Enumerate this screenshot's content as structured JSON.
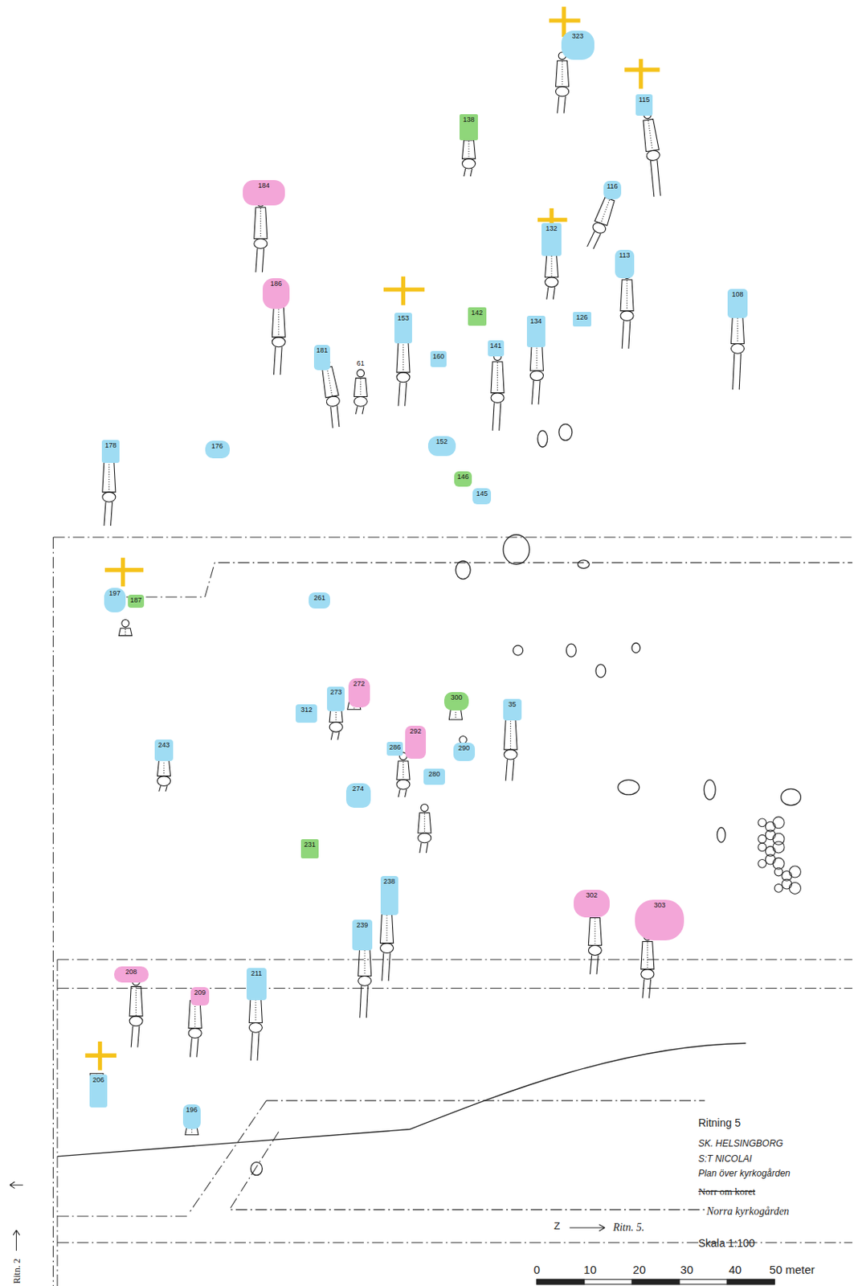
{
  "diagram": {
    "nodes": [
      {
        "text": [
          "323"
        ]
      },
      {
        "text": [
          "115"
        ]
      },
      {
        "text": [
          "138"
        ]
      },
      {
        "text": [
          "184"
        ]
      },
      {
        "text": [
          "116"
        ]
      },
      {
        "text": [
          "132"
        ]
      },
      {
        "text": [
          "113"
        ]
      },
      {
        "text": [
          "186"
        ]
      },
      {
        "text": [
          "153"
        ]
      },
      {
        "text": [
          "142"
        ]
      },
      {
        "text": [
          "134"
        ]
      },
      {
        "text": [
          "126"
        ]
      },
      {
        "text": [
          "108"
        ]
      },
      {
        "text": [
          "181"
        ]
      },
      {
        "text": [
          "61"
        ]
      },
      {
        "text": [
          "160"
        ]
      },
      {
        "text": [
          "141"
        ]
      },
      {
        "text": [
          "178"
        ]
      },
      {
        "text": [
          "176"
        ]
      },
      {
        "text": [
          "152"
        ]
      },
      {
        "text": [
          "146"
        ]
      },
      {
        "text": [
          "145"
        ]
      },
      {
        "text": [
          "197"
        ]
      },
      {
        "text": [
          "187"
        ]
      },
      {
        "text": [
          "261"
        ]
      },
      {
        "text": [
          "312"
        ]
      },
      {
        "text": [
          "273"
        ]
      },
      {
        "text": [
          "272"
        ]
      },
      {
        "text": [
          "300"
        ]
      },
      {
        "text": [
          "35"
        ]
      },
      {
        "text": [
          "286"
        ]
      },
      {
        "text": [
          "292"
        ]
      },
      {
        "text": [
          "290"
        ]
      },
      {
        "text": [
          "243"
        ]
      },
      {
        "text": [
          "280"
        ]
      },
      {
        "text": [
          "274"
        ]
      },
      {
        "text": [
          "231"
        ]
      },
      {
        "text": [
          "238"
        ]
      },
      {
        "text": [
          "239"
        ]
      },
      {
        "text": [
          "302"
        ]
      },
      {
        "text": [
          "303"
        ]
      },
      {
        "text": [
          "208"
        ]
      },
      {
        "text": [
          "209"
        ]
      },
      {
        "text": [
          "211"
        ]
      },
      {
        "text": [
          "206"
        ]
      },
      {
        "text": [
          "196"
        ]
      }
    ],
    "labels": [
      "Ritning 5",
      "SK. HELSINGBORG",
      "S:T NICOLAI",
      "Plan över kyrkogården",
      "Norr om koret",
      "Norra kyrkogården",
      "Skala 1:100",
      "Z",
      "Ritn. 5.",
      "Ritn. 2",
      "0",
      "10",
      "20",
      "30",
      "40",
      "50 meter"
    ]
  }
}
